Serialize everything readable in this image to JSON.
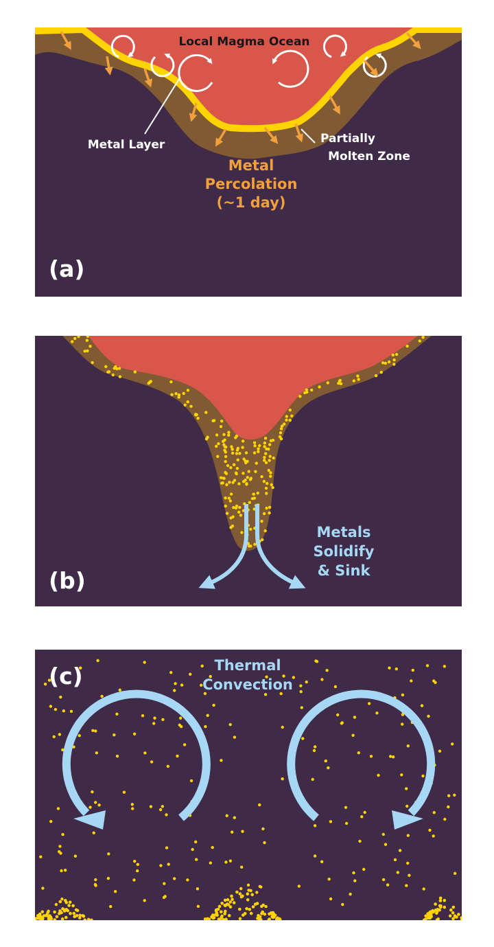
{
  "colors": {
    "background": "#3f2a48",
    "magma": "#d9564b",
    "molten_zone": "#7f5a33",
    "metal": "#ffd400",
    "percolation_arrow": "#f2a03d",
    "convection": "#a6d8f5",
    "text_light": "#ffffff"
  },
  "panel_a": {
    "tag": "(a)",
    "magma_label": "Local Magma Ocean",
    "metal_layer_label": "Metal Layer",
    "molten_zone_label": [
      "Partially",
      "Molten Zone"
    ],
    "percolation_label": [
      "Metal",
      "Percolation",
      "(~1 day)"
    ]
  },
  "panel_b": {
    "tag": "(b)",
    "sink_label": [
      "Metals",
      "Solidify",
      "& Sink"
    ]
  },
  "panel_c": {
    "tag": "(c)",
    "convection_label": [
      "Thermal",
      "Convection"
    ]
  },
  "icons": {
    "swirl": "circular-arrow-icon",
    "percolation": "down-arrow-icon",
    "sink": "curved-arrow-icon",
    "convection": "large-circular-arrow-icon"
  }
}
